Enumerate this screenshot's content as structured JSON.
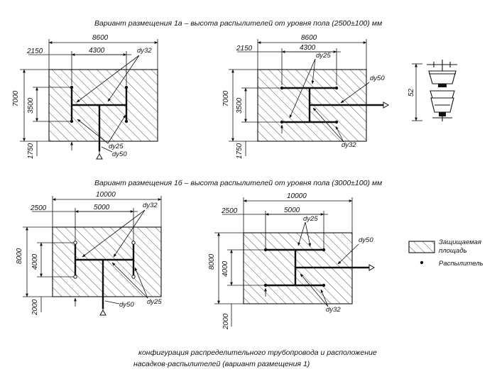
{
  "titles": {
    "variant_1a": "Вариант размещения 1а – высота распылителей от уровня пола (2500±100) мм",
    "variant_1b": "Вариант размещения 1б – высота распылителей от уровня пола (3000±100) мм"
  },
  "dims_1a": {
    "width": "8600",
    "left": "2150",
    "spacing": "4300",
    "height": "7000",
    "inner": "3500",
    "offset": "1750"
  },
  "dims_1b": {
    "width": "10000",
    "left": "2500",
    "spacing": "5000",
    "height": "8000",
    "inner": "4000",
    "offset": "2000"
  },
  "pipe_labels": {
    "du32": "dу32",
    "du25": "dу25",
    "du50": "dу50"
  },
  "sprinkler_height": "52",
  "legend": {
    "protected_line1": "Защищаемая",
    "protected_line2": "площадь",
    "sprinkler": "Распылитель"
  },
  "caption": {
    "line1": "конфигурация распределительного трубопровода и расположение",
    "line2": "насадков-распылителей  (вариант размещения 1)"
  }
}
